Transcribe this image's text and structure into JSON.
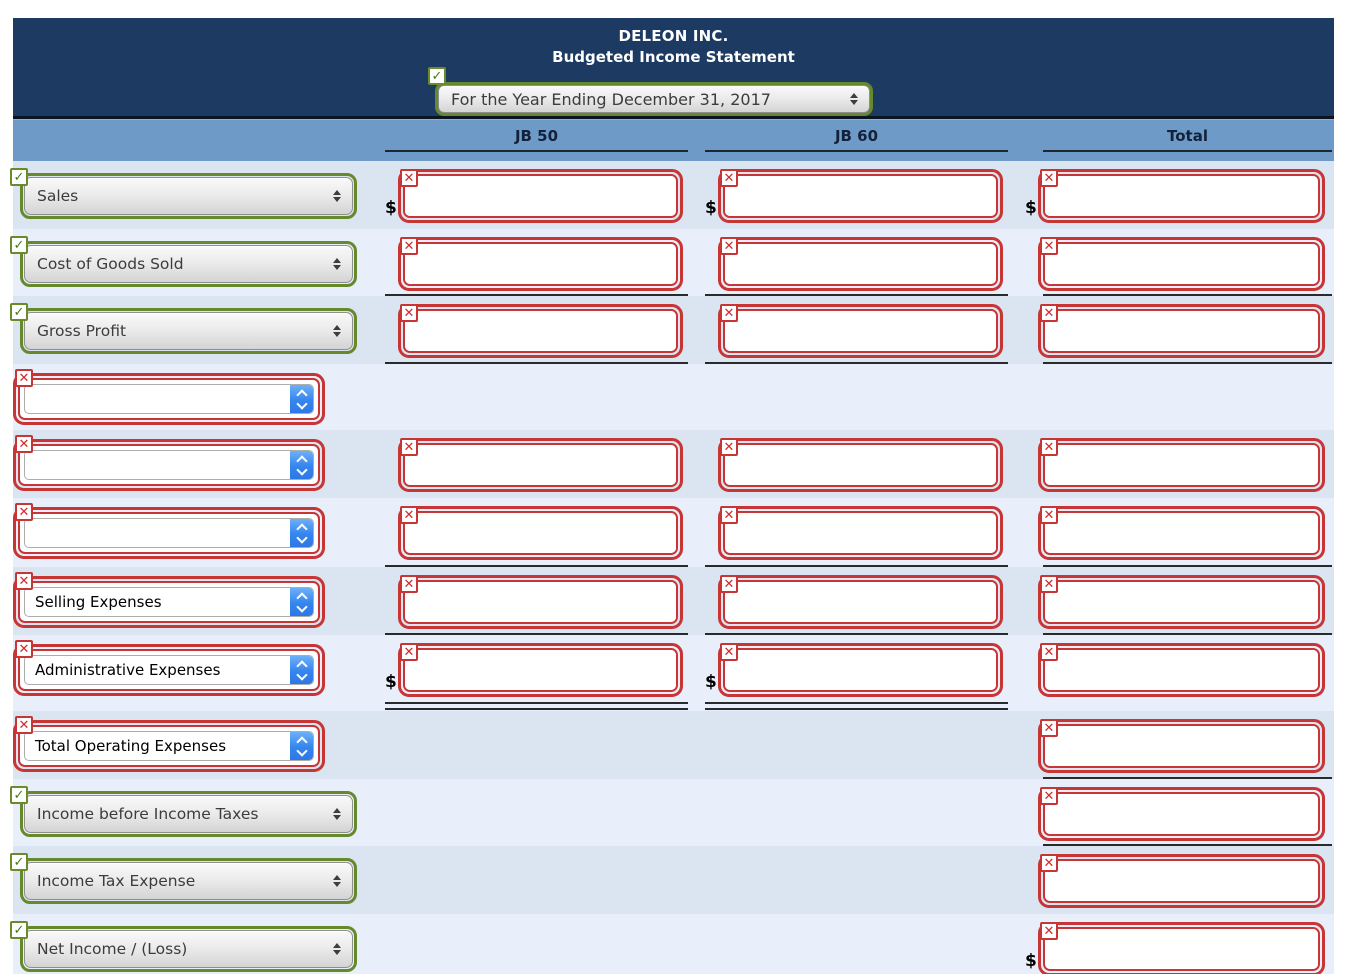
{
  "header": {
    "company": "DELEON INC.",
    "statement": "Budgeted Income Statement",
    "period": "For the Year Ending December 31, 2017"
  },
  "columns": [
    {
      "label": "JB 50"
    },
    {
      "label": "JB 60"
    },
    {
      "label": "Total"
    }
  ],
  "currency_symbol": "$",
  "icons": {
    "check_glyph": "✓",
    "x_glyph": "✕"
  },
  "colors": {
    "header_bg": "#1c3a62",
    "band_bg": "#6d9ac6",
    "correct_green": "#65892b",
    "incorrect_red": "#c73535",
    "row_dark": "#dbe5f1",
    "row_light": "#e9effa",
    "spinner_blue": "#2e77e6"
  },
  "rows": [
    {
      "label": "Sales",
      "status": "correct",
      "cells": {
        "jb50": {
          "input": "",
          "dollar": true
        },
        "jb60": {
          "input": "",
          "dollar": true
        },
        "total": {
          "input": "",
          "dollar": true
        }
      }
    },
    {
      "label": "Cost of Goods Sold",
      "status": "correct",
      "cells": {
        "jb50": {
          "input": "",
          "underline": "single"
        },
        "jb60": {
          "input": "",
          "underline": "single"
        },
        "total": {
          "input": "",
          "underline": "single"
        }
      }
    },
    {
      "label": "Gross Profit",
      "status": "correct",
      "cells": {
        "jb50": {
          "input": "",
          "underline": "single"
        },
        "jb60": {
          "input": "",
          "underline": "single"
        },
        "total": {
          "input": "",
          "underline": "single"
        }
      }
    },
    {
      "label": "",
      "status": "incorrect",
      "cells": {}
    },
    {
      "label": "",
      "status": "incorrect",
      "cells": {
        "jb50": {
          "input": ""
        },
        "jb60": {
          "input": ""
        },
        "total": {
          "input": ""
        }
      }
    },
    {
      "label": "",
      "status": "incorrect",
      "cells": {
        "jb50": {
          "input": "",
          "underline": "single"
        },
        "jb60": {
          "input": "",
          "underline": "single"
        },
        "total": {
          "input": "",
          "underline": "single"
        }
      }
    },
    {
      "label": "Selling Expenses",
      "status": "incorrect",
      "cells": {
        "jb50": {
          "input": "",
          "underline": "single"
        },
        "jb60": {
          "input": "",
          "underline": "single"
        },
        "total": {
          "input": "",
          "underline": "single"
        }
      }
    },
    {
      "label": "Administrative Expenses",
      "status": "incorrect",
      "cells": {
        "jb50": {
          "input": "",
          "dollar": true,
          "underline": "double"
        },
        "jb60": {
          "input": "",
          "dollar": true,
          "underline": "double"
        },
        "total": {
          "input": ""
        }
      }
    },
    {
      "label": "Total Operating Expenses",
      "status": "incorrect",
      "cells": {
        "total": {
          "input": "",
          "underline": "single"
        }
      }
    },
    {
      "label": "Income before Income Taxes",
      "status": "correct",
      "cells": {
        "total": {
          "input": "",
          "underline": "single"
        }
      }
    },
    {
      "label": "Income Tax Expense",
      "status": "correct",
      "cells": {
        "total": {
          "input": ""
        }
      }
    },
    {
      "label": "Net Income / (Loss)",
      "status": "correct",
      "cells": {
        "total": {
          "input": "",
          "dollar": true
        }
      }
    }
  ]
}
